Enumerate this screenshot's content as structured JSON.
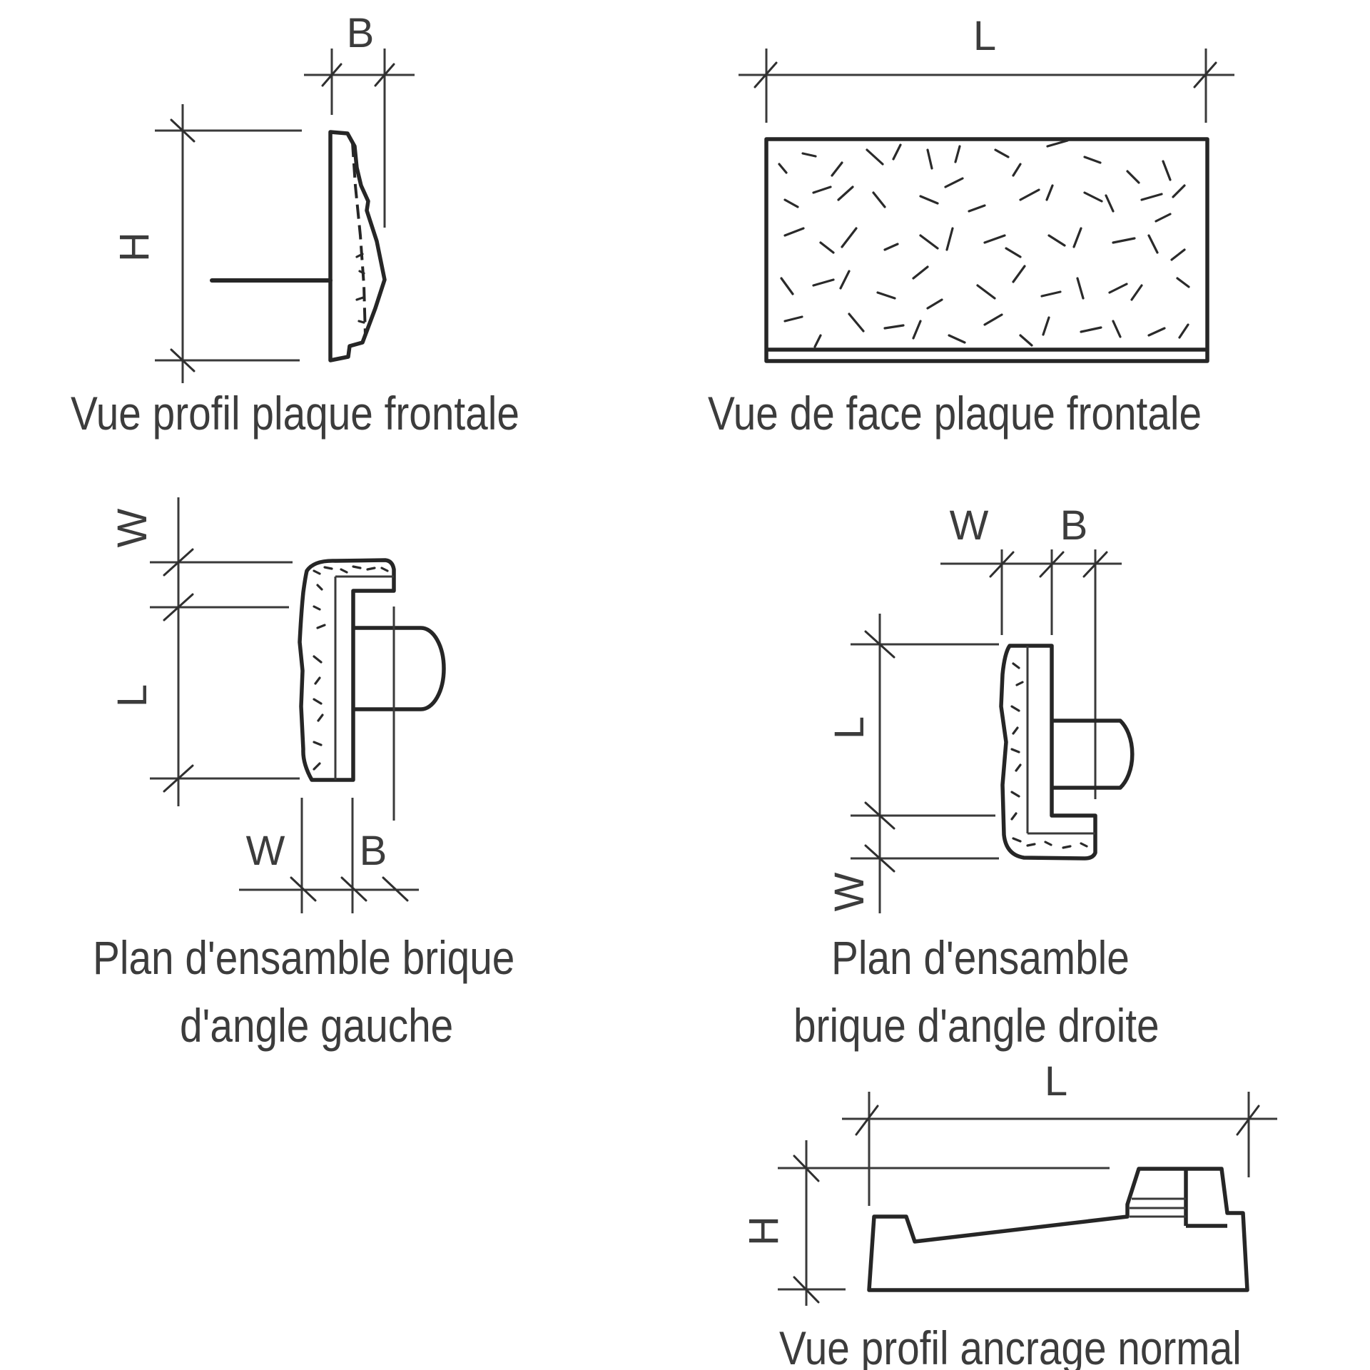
{
  "diagram": {
    "panels": [
      {
        "id": "profile-front-plate",
        "caption": "Vue profil plaque frontale",
        "dims": {
          "width": "B",
          "height": "H"
        }
      },
      {
        "id": "face-front-plate",
        "caption": "Vue de face plaque frontale",
        "dims": {
          "length": "L"
        }
      },
      {
        "id": "left-corner-brick",
        "caption_line1": "Plan d'ensamble brique",
        "caption_line2": "d'angle gauche",
        "dims": {
          "top_w": "W",
          "length": "L",
          "bottom_w": "W",
          "bottom_b": "B"
        }
      },
      {
        "id": "right-corner-brick",
        "caption_line1": "Plan d'ensamble",
        "caption_line2": "brique d'angle droite",
        "dims": {
          "top_w": "W",
          "top_b": "B",
          "length": "L",
          "bottom_w": "W"
        }
      },
      {
        "id": "normal-anchor-profile",
        "caption": "Vue profil ancrage normal",
        "dims": {
          "length": "L",
          "height": "H"
        }
      }
    ]
  }
}
